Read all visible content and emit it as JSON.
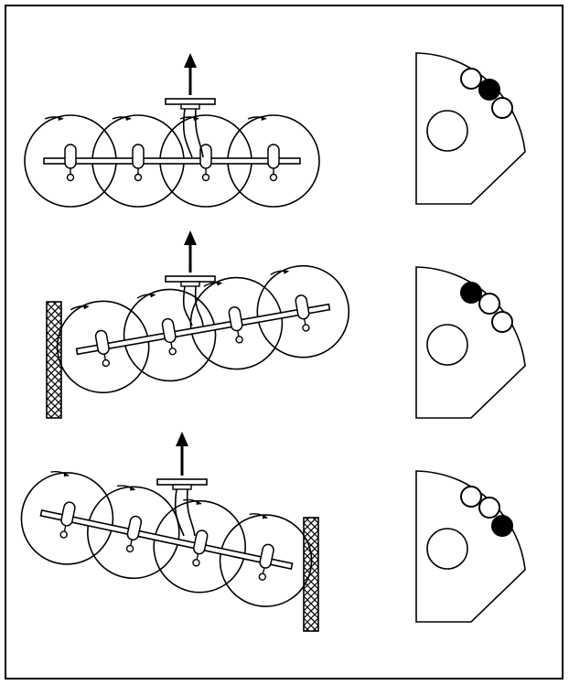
{
  "figure": {
    "frame_color": "#000000",
    "ink_color": "#000000",
    "paper_color": "#ffffff",
    "panels": [
      {
        "name": "straight",
        "rake_tilt_deg": 0,
        "fence_side": "none",
        "indicator_filled_index": 1
      },
      {
        "name": "left-fence",
        "rake_tilt_deg": -10,
        "fence_side": "left",
        "indicator_filled_index": 0
      },
      {
        "name": "right-fence",
        "rake_tilt_deg": 12,
        "fence_side": "right",
        "indicator_filled_index": 2
      }
    ]
  }
}
